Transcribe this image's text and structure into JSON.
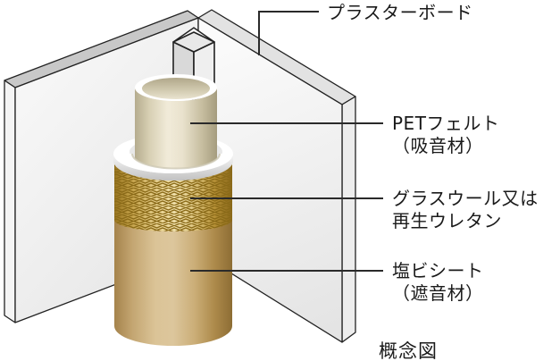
{
  "diagram": {
    "caption": "概念図",
    "labels": {
      "plasterboard": {
        "line1": "プラスターボード"
      },
      "pet_felt": {
        "line1": "PETフェルト",
        "line2": "（吸音材）"
      },
      "glass_wool": {
        "line1": "グラスウール又は",
        "line2": "再生ウレタン"
      },
      "pvc_sheet": {
        "line1": "塩ビシート",
        "line2": "（遮音材）"
      }
    },
    "colors": {
      "outline": "#222222",
      "leader_line": "#2a2a2a",
      "wall_top_left": "#c8c8c8",
      "wall_top_right": "#e2e2e2",
      "wall_end_left": "#f5f5f5",
      "wall_end_right": "#ededed",
      "pillar_left_face": "#d9d9d9",
      "pillar_right_face": "#efefef",
      "pillar_top_face": "#e8e8e8",
      "pet_felt_cream": "#f1ebd9",
      "mesh_gold_light": "#efe0ab",
      "mesh_gold_dark": "#8a681a",
      "mesh_strand": "#8a6a18",
      "pvc_tan_light": "#dcc69c",
      "pvc_tan_dark": "#8d6d34",
      "collar_white": "#ffffff",
      "label_text": "#1a1a1a"
    }
  }
}
